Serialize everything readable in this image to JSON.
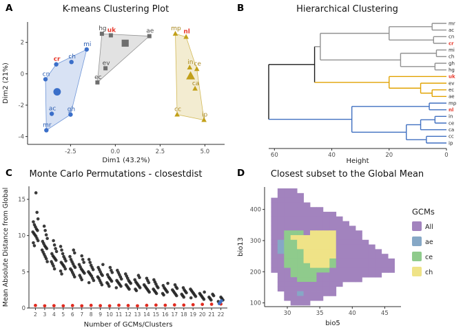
{
  "panels": {
    "A": {
      "letter": "A"
    },
    "B": {
      "letter": "B"
    },
    "C": {
      "letter": "C"
    },
    "D": {
      "letter": "D"
    }
  },
  "chart_data": [
    {
      "id": "A",
      "type": "scatter",
      "title": "K-means Clustering Plot",
      "xlabel": "Dim1 (43.2%)",
      "ylabel": "Dim2 (21%)",
      "xlim": [
        -4.9,
        6.1
      ],
      "ylim": [
        -4.5,
        3.3
      ],
      "xticks": [
        {
          "v": -2.5,
          "label": "-2.5"
        },
        {
          "v": 0,
          "label": "0.0"
        },
        {
          "v": 2.5,
          "label": "2.5"
        },
        {
          "v": 5,
          "label": "5.0"
        }
      ],
      "yticks": [
        {
          "v": -4,
          "label": "-4"
        },
        {
          "v": -2,
          "label": "-2"
        },
        {
          "v": 0,
          "label": "0"
        },
        {
          "v": 2,
          "label": "2"
        }
      ],
      "highlight_color": "#E8392C",
      "clusters": [
        {
          "name": "cluster-1",
          "shape": "circle",
          "color": "#3B6FC9",
          "label_color": "#2B5DB0",
          "points": [
            {
              "label": "mi",
              "x": -1.6,
              "y": 1.55
            },
            {
              "label": "ch",
              "x": -2.45,
              "y": 0.75
            },
            {
              "label": "cr",
              "x": -3.3,
              "y": 0.6,
              "red": true
            },
            {
              "label": "cn",
              "x": -3.9,
              "y": -0.35
            },
            {
              "label": "",
              "x": -3.25,
              "y": -1.15,
              "big": true
            },
            {
              "label": "ac",
              "x": -3.55,
              "y": -2.55
            },
            {
              "label": "gh",
              "x": -2.5,
              "y": -2.6
            },
            {
              "label": "mr",
              "x": -3.85,
              "y": -3.6
            }
          ]
        },
        {
          "name": "cluster-2",
          "shape": "square",
          "color": "#6E6E6E",
          "label_color": "#4A4A4A",
          "points": [
            {
              "label": "hg",
              "x": -0.75,
              "y": 2.55
            },
            {
              "label": "uk",
              "x": -0.25,
              "y": 2.45,
              "red": true
            },
            {
              "label": "ae",
              "x": 1.9,
              "y": 2.4
            },
            {
              "label": "",
              "x": 0.55,
              "y": 1.95,
              "big": true
            },
            {
              "label": "ev",
              "x": -0.55,
              "y": 0.35
            },
            {
              "label": "ec",
              "x": -1.0,
              "y": -0.55
            }
          ]
        },
        {
          "name": "cluster-3",
          "shape": "triangle",
          "color": "#C2A019",
          "label_color": "#A8861B",
          "points": [
            {
              "label": "mp",
              "x": 3.35,
              "y": 2.55
            },
            {
              "label": "nl",
              "x": 3.95,
              "y": 2.35,
              "red": true
            },
            {
              "label": "in",
              "x": 4.15,
              "y": 0.4
            },
            {
              "label": "ce",
              "x": 4.55,
              "y": 0.3
            },
            {
              "label": "",
              "x": 4.2,
              "y": -0.15,
              "big": true
            },
            {
              "label": "ca",
              "x": 4.45,
              "y": -0.95
            },
            {
              "label": "cc",
              "x": 3.45,
              "y": -2.6
            },
            {
              "label": "ip",
              "x": 4.95,
              "y": -2.95
            }
          ]
        }
      ]
    },
    {
      "id": "B",
      "type": "dendrogram",
      "title": "Hierarchical Clustering",
      "xlabel": "Height",
      "xticks": [
        60,
        40,
        20,
        0
      ],
      "hmax": 62,
      "highlight_color": "#E8392C",
      "tree": {
        "h": 62,
        "color": "#1A1A1A",
        "children": [
          {
            "h": 46,
            "color": "#1A1A1A",
            "children": [
              {
                "h": 44,
                "color": "#909090",
                "children": [
                  {
                    "h": 20,
                    "color": "#909090",
                    "children": [
                      {
                        "h": 5,
                        "color": "#909090",
                        "children": [
                          {
                            "label": "mr"
                          },
                          {
                            "label": "ac"
                          }
                        ]
                      },
                      {
                        "h": 4.5,
                        "color": "#909090",
                        "children": [
                          {
                            "label": "cn"
                          },
                          {
                            "label": "cr",
                            "red": true
                          }
                        ]
                      }
                    ]
                  },
                  {
                    "h": 16,
                    "color": "#909090",
                    "children": [
                      {
                        "h": 3.5,
                        "color": "#909090",
                        "children": [
                          {
                            "label": "mi"
                          },
                          {
                            "label": "ch"
                          }
                        ]
                      },
                      {
                        "h": 4,
                        "color": "#909090",
                        "children": [
                          {
                            "label": "gh"
                          },
                          {
                            "label": "hg"
                          }
                        ]
                      }
                    ]
                  }
                ]
              },
              {
                "h": 20,
                "color": "#E1A200",
                "children": [
                  {
                    "label": "uk",
                    "red": true
                  },
                  {
                    "h": 9,
                    "color": "#E1A200",
                    "children": [
                      {
                        "label": "ev"
                      },
                      {
                        "h": 5,
                        "color": "#E1A200",
                        "children": [
                          {
                            "label": "ec"
                          },
                          {
                            "label": "ae"
                          }
                        ]
                      }
                    ]
                  }
                ]
              }
            ]
          },
          {
            "h": 33,
            "color": "#3F6FC0",
            "children": [
              {
                "h": 6,
                "color": "#3F6FC0",
                "children": [
                  {
                    "label": "mp"
                  },
                  {
                    "label": "nl",
                    "red": true
                  }
                ]
              },
              {
                "h": 14,
                "color": "#3F6FC0",
                "children": [
                  {
                    "h": 9,
                    "color": "#3F6FC0",
                    "children": [
                      {
                        "h": 4,
                        "color": "#3F6FC0",
                        "children": [
                          {
                            "label": "in"
                          },
                          {
                            "label": "ce"
                          }
                        ]
                      },
                      {
                        "label": "ca"
                      }
                    ]
                  },
                  {
                    "h": 7,
                    "color": "#3F6FC0",
                    "children": [
                      {
                        "label": "cc"
                      },
                      {
                        "label": "ip"
                      }
                    ]
                  }
                ]
              }
            ]
          }
        ]
      }
    },
    {
      "id": "C",
      "type": "scatter",
      "title": "Monte Carlo Permutations - closestdist",
      "xlabel": "Number of GCMs/Clusters",
      "ylabel": "Mean Absolute Distance from Global",
      "xlim": [
        1.3,
        22.7
      ],
      "ylim": [
        0,
        16.8
      ],
      "yticks": [
        0,
        5,
        10,
        15
      ],
      "point_color": "#1F1F1F",
      "red_color": "#E02B20",
      "blue_color": "#4472C4",
      "columns": [
        {
          "x": 2,
          "black": [
            8.6,
            9.0,
            9.3,
            9.6,
            9.9,
            10.1,
            10.3,
            10.5,
            10.7,
            10.9,
            11.2,
            11.5,
            11.9,
            12.3,
            13.2,
            15.9
          ],
          "red": [
            0.35
          ]
        },
        {
          "x": 3,
          "black": [
            6.4,
            6.8,
            7.1,
            7.4,
            7.7,
            8.0,
            8.2,
            8.4,
            8.6,
            8.9,
            9.2,
            9.6,
            10.1,
            10.7,
            11.3
          ],
          "red": [
            0.3
          ]
        },
        {
          "x": 4,
          "black": [
            5.4,
            5.8,
            6.1,
            6.4,
            6.6,
            6.8,
            7.0,
            7.2,
            7.5,
            7.8,
            8.2,
            8.7,
            9.3
          ],
          "red": [
            0.32
          ]
        },
        {
          "x": 5,
          "black": [
            4.7,
            5.1,
            5.4,
            5.7,
            5.9,
            6.1,
            6.3,
            6.5,
            6.8,
            7.1,
            7.5,
            8.0,
            8.5
          ],
          "red": [
            0.3
          ]
        },
        {
          "x": 6,
          "black": [
            4.3,
            4.6,
            4.9,
            5.2,
            5.4,
            5.6,
            5.8,
            6.1,
            6.4,
            6.7,
            7.1,
            7.6,
            8.0
          ],
          "red": [
            0.34
          ]
        },
        {
          "x": 7,
          "black": [
            3.9,
            4.2,
            4.5,
            4.8,
            5.0,
            5.2,
            5.4,
            5.7,
            6.0,
            6.3,
            6.7,
            7.2
          ],
          "red": [
            0.3
          ]
        },
        {
          "x": 8,
          "black": [
            3.5,
            3.8,
            4.1,
            4.4,
            4.6,
            4.8,
            5.0,
            5.3,
            5.6,
            5.9,
            6.3,
            6.7
          ],
          "red": [
            0.36
          ]
        },
        {
          "x": 9,
          "black": [
            3.2,
            3.5,
            3.8,
            4.1,
            4.3,
            4.5,
            4.7,
            5.0,
            5.3,
            5.6,
            6.0
          ],
          "red": [
            0.32
          ]
        },
        {
          "x": 10,
          "black": [
            3.0,
            3.3,
            3.5,
            3.7,
            3.9,
            4.1,
            4.3,
            4.6,
            4.9,
            5.2,
            5.6
          ],
          "red": [
            0.3
          ]
        },
        {
          "x": 11,
          "black": [
            2.8,
            3.0,
            3.2,
            3.4,
            3.6,
            3.8,
            4.0,
            4.3,
            4.6,
            4.9,
            5.2
          ],
          "red": [
            0.38
          ]
        },
        {
          "x": 12,
          "black": [
            2.6,
            2.8,
            3.0,
            3.2,
            3.4,
            3.6,
            3.8,
            4.1,
            4.4,
            4.7
          ],
          "red": [
            0.34
          ]
        },
        {
          "x": 13,
          "black": [
            2.4,
            2.6,
            2.8,
            3.0,
            3.2,
            3.4,
            3.6,
            3.9,
            4.2,
            4.5
          ],
          "red": [
            0.3
          ]
        },
        {
          "x": 14,
          "black": [
            2.2,
            2.4,
            2.6,
            2.8,
            3.0,
            3.2,
            3.5,
            3.8,
            4.1
          ],
          "red": [
            0.36
          ]
        },
        {
          "x": 15,
          "black": [
            2.0,
            2.2,
            2.4,
            2.6,
            2.8,
            3.0,
            3.3,
            3.6,
            3.9
          ],
          "red": [
            0.4
          ]
        },
        {
          "x": 16,
          "black": [
            1.8,
            2.0,
            2.2,
            2.4,
            2.6,
            2.8,
            3.1,
            3.4
          ],
          "red": [
            0.38
          ]
        },
        {
          "x": 17,
          "black": [
            1.7,
            1.9,
            2.1,
            2.3,
            2.5,
            2.7,
            2.9,
            3.2
          ],
          "red": [
            0.42
          ]
        },
        {
          "x": 18,
          "black": [
            1.5,
            1.7,
            1.9,
            2.1,
            2.3,
            2.5,
            2.8
          ],
          "red": [
            0.4
          ]
        },
        {
          "x": 19,
          "black": [
            1.4,
            1.6,
            1.8,
            2.0,
            2.2,
            2.4,
            2.6
          ],
          "red": [
            0.45
          ]
        },
        {
          "x": 20,
          "black": [
            1.2,
            1.4,
            1.6,
            1.8,
            2.0,
            2.2
          ],
          "red": [
            0.5
          ]
        },
        {
          "x": 21,
          "black": [
            1.1,
            1.3,
            1.5,
            1.7,
            1.9
          ],
          "red": [
            0.52
          ]
        },
        {
          "x": 22,
          "black": [
            0.9,
            1.1,
            1.3,
            1.5
          ],
          "red": [
            0.55
          ],
          "blue": [
            0.6,
            0.8,
            1.0
          ]
        }
      ]
    },
    {
      "id": "D",
      "type": "heatmap",
      "title": "Closest subset to the Global Mean",
      "xlabel": "bio5",
      "ylabel": "bio13",
      "xlim": [
        26.5,
        47.5
      ],
      "ylim": [
        88,
        472
      ],
      "xticks": [
        30,
        35,
        40,
        45
      ],
      "yticks": [
        100,
        200,
        300,
        400
      ],
      "x_start": 27,
      "y_top": 460,
      "y_step": 15,
      "legend": {
        "title": "GCMs",
        "items": [
          {
            "code": "A",
            "label": "All",
            "color": "#A283BE"
          },
          {
            "code": "a",
            "label": "ae",
            "color": "#86A8C6"
          },
          {
            "code": "c",
            "label": "ce",
            "color": "#8FCB8C"
          },
          {
            "code": "h",
            "label": "ch",
            "color": "#EFE387"
          }
        ]
      },
      "grid": [
        "..AAA................",
        "..AAAA...............",
        ".AAAAA...............",
        ".AAAAAA..............",
        ".AAAAAAAA............",
        ".AAAAAAAAAA..........",
        ".AAAAAAAAAAA.........",
        ".AAAAAAAAAAAA........",
        ".AAAAAAAAAAAAA.......",
        ".AAcccAhhhhAAAA......",
        ".AAchhhhhhhAAAA......",
        ".AacchhhhhhAAAAA.....",
        ".AacchhhhhhAAAAAA....",
        ".AaccchhhhhAAAAAAA...",
        ".AAccchhhhhAAAAAAAA..",
        ".AAccchhhhcAAAAAAAAA.",
        ".AAcccchhhcAAAAAAAAA.",
        ".AAAccccccAAAAAAAAAA.",
        "..AAccccAAAAAAAAAA...",
        "..AAAcccAAAAAAA......",
        "..AAAAAAAAAA.........",
        "..AAAAAAAAA..........",
        "...AAaAAAAA..........",
        "...AAAAAA............",
        "....AAA.............."
      ]
    }
  ]
}
